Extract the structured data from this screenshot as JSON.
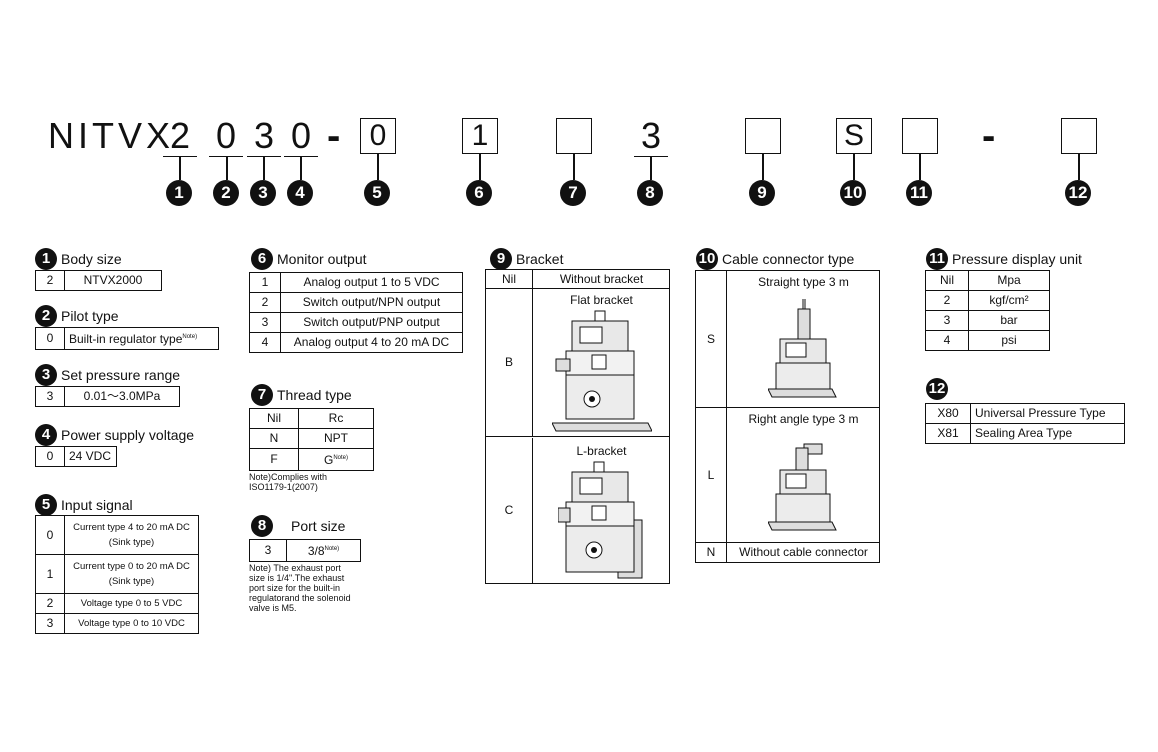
{
  "model_code": {
    "prefix": "NITVX",
    "fields": [
      {
        "value": "2",
        "callout": "1"
      },
      {
        "value": "0",
        "callout": "2"
      },
      {
        "value": "3",
        "callout": "3"
      },
      {
        "value": "0",
        "callout": "4"
      },
      {
        "value": "0",
        "callout": "5"
      },
      {
        "value": "1",
        "callout": "6"
      },
      {
        "value": "",
        "callout": "7"
      },
      {
        "value": "3",
        "callout": "8"
      },
      {
        "value": "",
        "callout": "9"
      },
      {
        "value": "S",
        "callout": "10"
      },
      {
        "value": "",
        "callout": "11"
      },
      {
        "value": "",
        "callout": "12"
      }
    ],
    "dash": "-"
  },
  "body_size": {
    "num": "1",
    "title": "Body size",
    "rows": [
      [
        "2",
        "NTVX2000"
      ]
    ]
  },
  "pilot_type": {
    "num": "2",
    "title": "Pilot type",
    "rows": [
      [
        "0",
        "Built-in regulator type",
        "Note)"
      ]
    ]
  },
  "set_pressure": {
    "num": "3",
    "title": "Set pressure range",
    "rows": [
      [
        "3",
        "0.01～3.0MPa"
      ]
    ]
  },
  "power_supply": {
    "num": "4",
    "title": "Power supply voltage",
    "rows": [
      [
        "0",
        "24 VDC"
      ]
    ]
  },
  "input_signal": {
    "num": "5",
    "title": "Input signal",
    "rows": [
      [
        "0",
        "Current type 4 to 20 mA DC",
        "(Sink type)"
      ],
      [
        "1",
        "Current type 0 to 20 mA DC",
        "(Sink type)"
      ],
      [
        "2",
        "Voltage type 0 to 5 VDC",
        ""
      ],
      [
        "3",
        "Voltage type 0 to 10 VDC",
        ""
      ]
    ]
  },
  "monitor_output": {
    "num": "6",
    "title": "Monitor output",
    "rows": [
      [
        "1",
        "Analog output 1 to 5 VDC"
      ],
      [
        "2",
        "Switch output/NPN output"
      ],
      [
        "3",
        "Switch output/PNP output"
      ],
      [
        "4",
        "Analog output 4 to 20 mA DC"
      ]
    ]
  },
  "thread_type": {
    "num": "7",
    "title": "Thread type",
    "rows": [
      [
        "Nil",
        "Rc",
        ""
      ],
      [
        "N",
        "NPT",
        ""
      ],
      [
        "F",
        "G",
        "Note)"
      ]
    ],
    "note": [
      "Note)Complies with",
      "ISO1179-1(2007)"
    ]
  },
  "port_size": {
    "num": "8",
    "title": "Port size",
    "rows": [
      [
        "3",
        "3/8",
        "Note)"
      ]
    ],
    "note": [
      "Note) The exhaust port",
      "size is 1/4\".The exhaust",
      "port size for the built-in",
      "regulatorand the solenoid",
      "valve is M5."
    ]
  },
  "bracket": {
    "num": "9",
    "title": "Bracket",
    "header": [
      "Nil",
      "Without bracket"
    ],
    "rows": [
      [
        "B",
        "Flat bracket"
      ],
      [
        "C",
        "L-bracket"
      ]
    ]
  },
  "cable_connector": {
    "num": "10",
    "title": "Cable connector type",
    "rows": [
      [
        "S",
        "Straight type 3 m"
      ],
      [
        "L",
        "Right angle type 3 m"
      ],
      [
        "N",
        "Without cable connector"
      ]
    ]
  },
  "pressure_unit": {
    "num": "11",
    "title": "Pressure display unit",
    "rows": [
      [
        "Nil",
        "Mpa"
      ],
      [
        "2",
        "kgf/cm²"
      ],
      [
        "3",
        "bar"
      ],
      [
        "4",
        "psi"
      ]
    ]
  },
  "option12": {
    "num": "12",
    "rows": [
      [
        "X80",
        "Universal Pressure Type"
      ],
      [
        "X81",
        "Sealing Area Type"
      ]
    ]
  }
}
